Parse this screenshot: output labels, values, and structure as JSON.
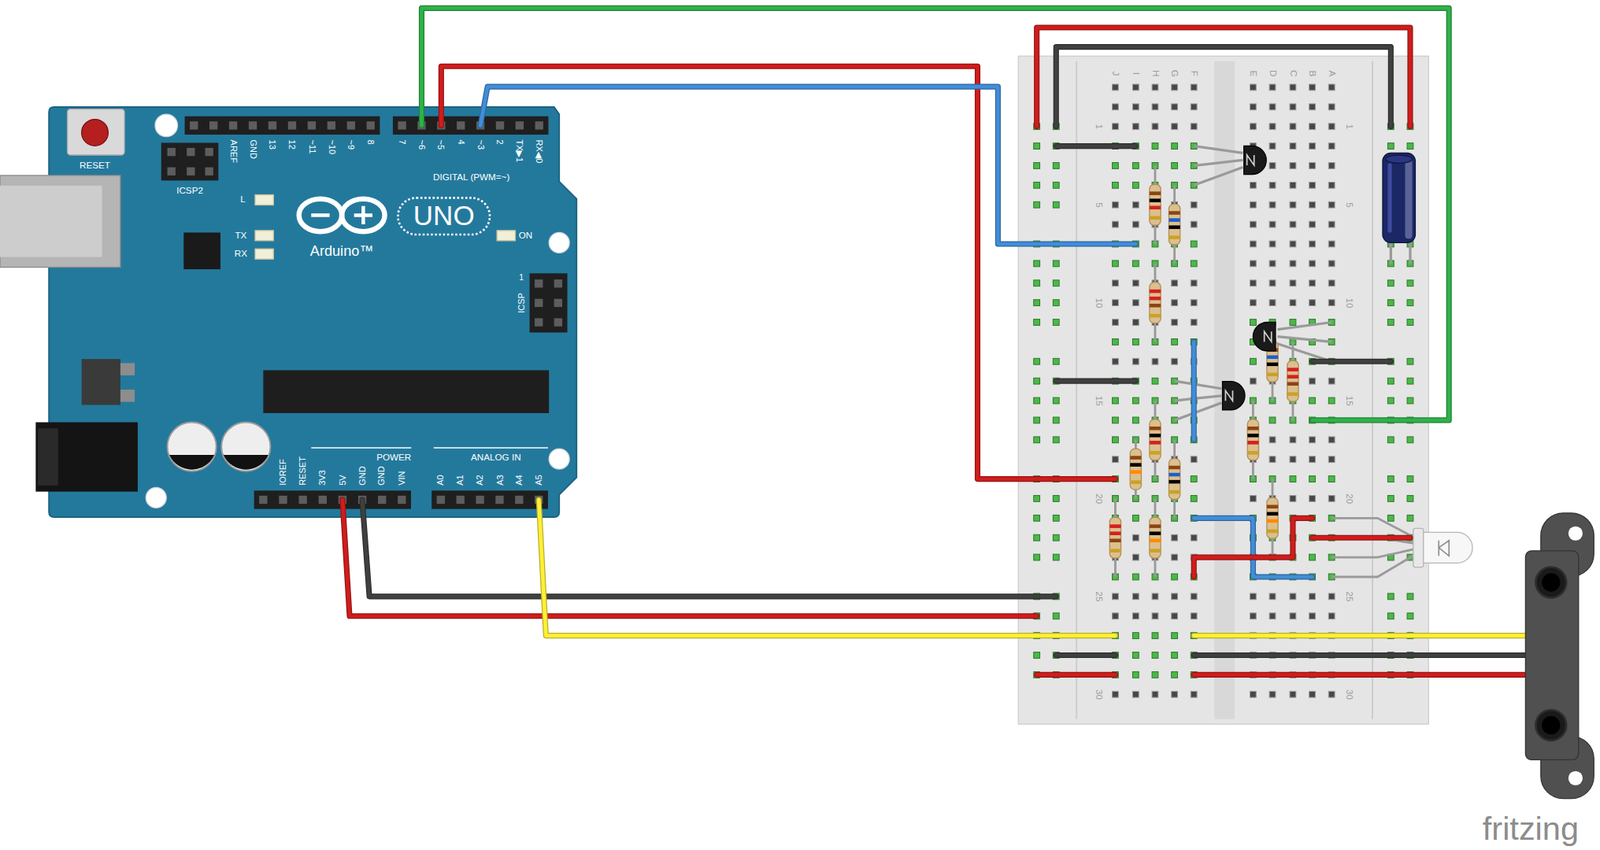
{
  "diagram": {
    "nodes": [
      {
        "text": [
          "RESET",
          "ICSP2",
          "AREF",
          "GND",
          "13",
          "12",
          "~11",
          "~10",
          "~9",
          "8",
          "7",
          "~6",
          "~5",
          "4",
          "~3",
          "2",
          "TX▶1",
          "RX◀0",
          "DIGITAL (PWM=~)",
          "L",
          "UNO",
          "TX",
          "RX",
          "ON",
          "Arduino™",
          "1",
          "ICSP",
          "IOREF",
          "RESET",
          "3V3",
          "5V",
          "GND",
          "GND",
          "VIN",
          "POWER",
          "ANALOG IN",
          "A0",
          "A1",
          "A2",
          "A3",
          "A4",
          "A5"
        ]
      },
      {
        "text": [
          "J",
          "I",
          "H",
          "G",
          "F",
          "E",
          "D",
          "C",
          "B",
          "A",
          "1",
          "5",
          "10",
          "15",
          "20",
          "25",
          "30",
          "1",
          "5",
          "10",
          "15",
          "20",
          "25",
          "30"
        ]
      }
    ],
    "edges": [
      {
        "from": 0,
        "to": 1,
        "arrow": "none"
      },
      {
        "from": 0,
        "to": 1,
        "arrow": "none"
      },
      {
        "from": 0,
        "to": 1,
        "arrow": "none"
      },
      {
        "from": 0,
        "to": 1,
        "arrow": "none"
      },
      {
        "from": 0,
        "to": 1,
        "arrow": "none"
      },
      {
        "from": 0,
        "to": 1,
        "arrow": "none"
      }
    ],
    "labels": [
      "fritzing"
    ]
  }
}
